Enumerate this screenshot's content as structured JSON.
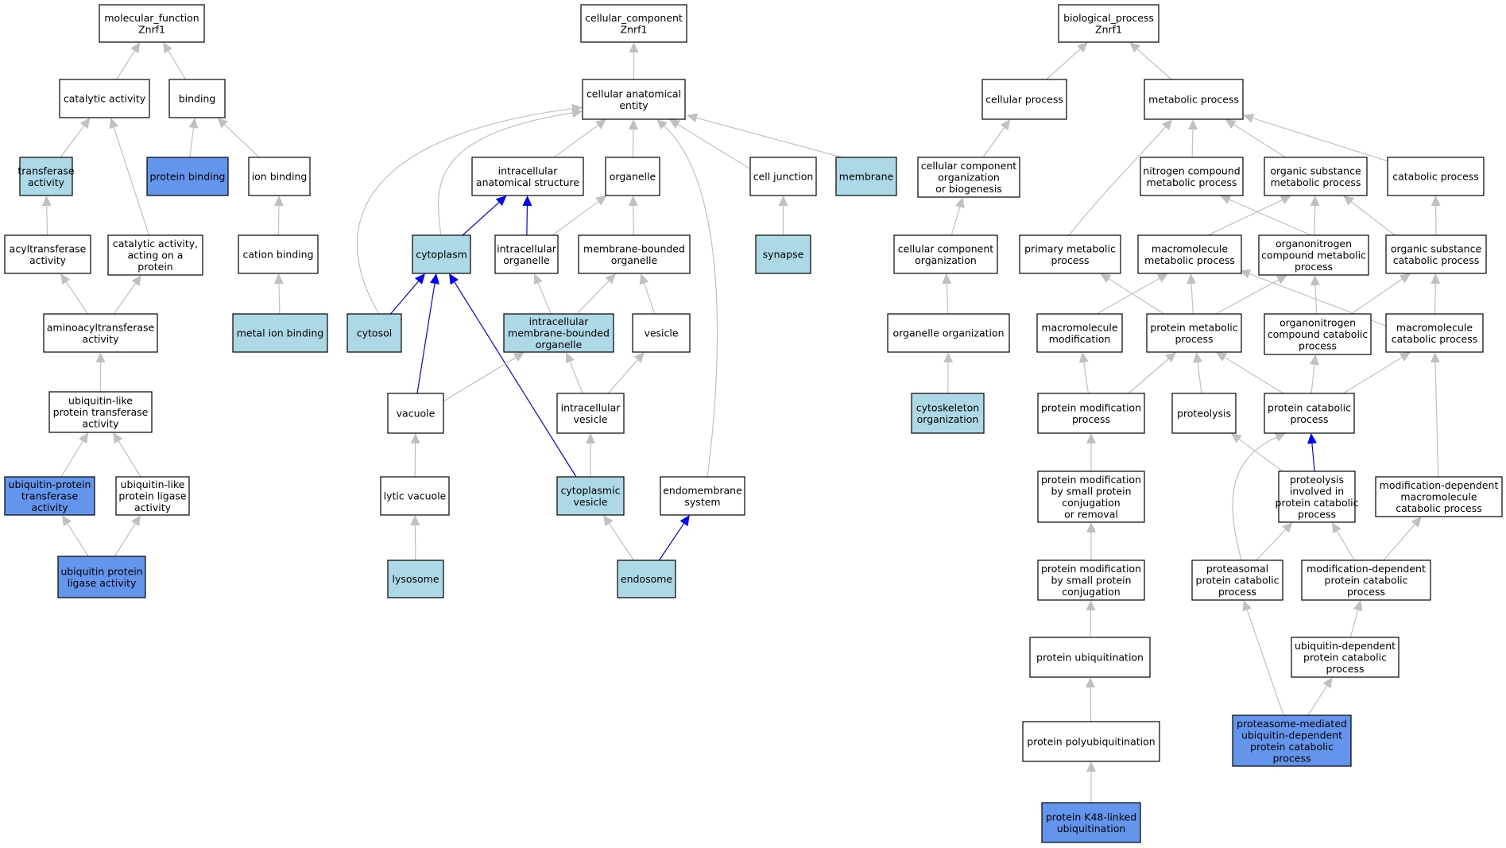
{
  "colors": {
    "plain": "#ffffff",
    "light": "#add8e6",
    "strong": "#6495ed",
    "edge_default": "#c0c0c0",
    "edge_highlight": "#0000ff"
  },
  "nodes": {
    "mf_root": {
      "lines": [
        "molecular_function",
        "Znrf1"
      ],
      "fill": "plain"
    },
    "catalytic_activity": {
      "lines": [
        "catalytic activity"
      ],
      "fill": "plain"
    },
    "binding": {
      "lines": [
        "binding"
      ],
      "fill": "plain"
    },
    "transferase_activity": {
      "lines": [
        "transferase",
        "activity"
      ],
      "fill": "light"
    },
    "protein_binding": {
      "lines": [
        "protein binding"
      ],
      "fill": "strong"
    },
    "ion_binding": {
      "lines": [
        "ion binding"
      ],
      "fill": "plain"
    },
    "acyltransferase_activity": {
      "lines": [
        "acyltransferase",
        "activity"
      ],
      "fill": "plain"
    },
    "catalytic_on_protein": {
      "lines": [
        "catalytic activity,",
        "acting on a",
        "protein"
      ],
      "fill": "plain"
    },
    "cation_binding": {
      "lines": [
        "cation binding"
      ],
      "fill": "plain"
    },
    "aminoacyltransferase_activity": {
      "lines": [
        "aminoacyltransferase",
        "activity"
      ],
      "fill": "plain"
    },
    "metal_ion_binding": {
      "lines": [
        "metal ion binding"
      ],
      "fill": "light"
    },
    "ubl_transferase": {
      "lines": [
        "ubiquitin-like",
        "protein transferase",
        "activity"
      ],
      "fill": "plain"
    },
    "ub_protein_transferase": {
      "lines": [
        "ubiquitin-protein",
        "transferase",
        "activity"
      ],
      "fill": "strong"
    },
    "ubl_ligase": {
      "lines": [
        "ubiquitin-like",
        "protein ligase",
        "activity"
      ],
      "fill": "plain"
    },
    "ub_ligase": {
      "lines": [
        "ubiquitin protein",
        "ligase activity"
      ],
      "fill": "strong"
    },
    "cc_root": {
      "lines": [
        "cellular_component",
        "Znrf1"
      ],
      "fill": "plain"
    },
    "cellular_anatomical_entity": {
      "lines": [
        "cellular anatomical",
        "entity"
      ],
      "fill": "plain"
    },
    "intracellular_anatomical_structure": {
      "lines": [
        "intracellular",
        "anatomical structure"
      ],
      "fill": "plain"
    },
    "organelle": {
      "lines": [
        "organelle"
      ],
      "fill": "plain"
    },
    "cell_junction": {
      "lines": [
        "cell junction"
      ],
      "fill": "plain"
    },
    "membrane": {
      "lines": [
        "membrane"
      ],
      "fill": "light"
    },
    "cytoplasm": {
      "lines": [
        "cytoplasm"
      ],
      "fill": "light"
    },
    "intracellular_organelle": {
      "lines": [
        "intracellular",
        "organelle"
      ],
      "fill": "plain"
    },
    "membrane_bounded_organelle": {
      "lines": [
        "membrane-bounded",
        "organelle"
      ],
      "fill": "plain"
    },
    "synapse": {
      "lines": [
        "synapse"
      ],
      "fill": "light"
    },
    "cytosol": {
      "lines": [
        "cytosol"
      ],
      "fill": "light"
    },
    "intracellular_mb_organelle": {
      "lines": [
        "intracellular",
        "membrane-bounded",
        "organelle"
      ],
      "fill": "light"
    },
    "vesicle": {
      "lines": [
        "vesicle"
      ],
      "fill": "plain"
    },
    "vacuole": {
      "lines": [
        "vacuole"
      ],
      "fill": "plain"
    },
    "intracellular_vesicle": {
      "lines": [
        "intracellular",
        "vesicle"
      ],
      "fill": "plain"
    },
    "lytic_vacuole": {
      "lines": [
        "lytic vacuole"
      ],
      "fill": "plain"
    },
    "cytoplasmic_vesicle": {
      "lines": [
        "cytoplasmic",
        "vesicle"
      ],
      "fill": "light"
    },
    "endomembrane_system": {
      "lines": [
        "endomembrane",
        "system"
      ],
      "fill": "plain"
    },
    "lysosome": {
      "lines": [
        "lysosome"
      ],
      "fill": "light"
    },
    "endosome": {
      "lines": [
        "endosome"
      ],
      "fill": "light"
    },
    "bp_root": {
      "lines": [
        "biological_process",
        "Znrf1"
      ],
      "fill": "plain"
    },
    "cellular_process": {
      "lines": [
        "cellular process"
      ],
      "fill": "plain"
    },
    "metabolic_process": {
      "lines": [
        "metabolic process"
      ],
      "fill": "plain"
    },
    "cc_org_biogenesis": {
      "lines": [
        "cellular component",
        "organization",
        "or biogenesis"
      ],
      "fill": "plain"
    },
    "nitrogen_compound_mp": {
      "lines": [
        "nitrogen compound",
        "metabolic process"
      ],
      "fill": "plain"
    },
    "organic_substance_mp": {
      "lines": [
        "organic substance",
        "metabolic process"
      ],
      "fill": "plain"
    },
    "catabolic_process": {
      "lines": [
        "catabolic process"
      ],
      "fill": "plain"
    },
    "cc_organization": {
      "lines": [
        "cellular component",
        "organization"
      ],
      "fill": "plain"
    },
    "primary_mp": {
      "lines": [
        "primary metabolic",
        "process"
      ],
      "fill": "plain"
    },
    "macromolecule_mp": {
      "lines": [
        "macromolecule",
        "metabolic process"
      ],
      "fill": "plain"
    },
    "organonitrogen_mp": {
      "lines": [
        "organonitrogen",
        "compound metabolic",
        "process"
      ],
      "fill": "plain"
    },
    "organic_substance_cp": {
      "lines": [
        "organic substance",
        "catabolic process"
      ],
      "fill": "plain"
    },
    "organelle_organization": {
      "lines": [
        "organelle organization"
      ],
      "fill": "plain"
    },
    "macromolecule_modification": {
      "lines": [
        "macromolecule",
        "modification"
      ],
      "fill": "plain"
    },
    "protein_mp": {
      "lines": [
        "protein metabolic",
        "process"
      ],
      "fill": "plain"
    },
    "organonitrogen_cp": {
      "lines": [
        "organonitrogen",
        "compound catabolic",
        "process"
      ],
      "fill": "plain"
    },
    "macromolecule_cp": {
      "lines": [
        "macromolecule",
        "catabolic process"
      ],
      "fill": "plain"
    },
    "cytoskeleton_organization": {
      "lines": [
        "cytoskeleton",
        "organization"
      ],
      "fill": "light"
    },
    "protein_modification_process": {
      "lines": [
        "protein modification",
        "process"
      ],
      "fill": "plain"
    },
    "proteolysis": {
      "lines": [
        "proteolysis"
      ],
      "fill": "plain"
    },
    "protein_catabolic_process": {
      "lines": [
        "protein catabolic",
        "process"
      ],
      "fill": "plain"
    },
    "pm_small_conj_or_removal": {
      "lines": [
        "protein modification",
        "by small protein",
        "conjugation",
        "or removal"
      ],
      "fill": "plain"
    },
    "proteolysis_in_pcp": {
      "lines": [
        "proteolysis",
        "involved in",
        "protein catabolic",
        "process"
      ],
      "fill": "plain"
    },
    "mod_dep_macromolecule_cp": {
      "lines": [
        "modification-dependent",
        "macromolecule",
        "catabolic process"
      ],
      "fill": "plain"
    },
    "pm_small_conj": {
      "lines": [
        "protein modification",
        "by small protein",
        "conjugation"
      ],
      "fill": "plain"
    },
    "proteasomal_pcp": {
      "lines": [
        "proteasomal",
        "protein catabolic",
        "process"
      ],
      "fill": "plain"
    },
    "mod_dep_pcp": {
      "lines": [
        "modification-dependent",
        "protein catabolic",
        "process"
      ],
      "fill": "plain"
    },
    "protein_ubiquitination": {
      "lines": [
        "protein ubiquitination"
      ],
      "fill": "plain"
    },
    "ub_dep_pcp": {
      "lines": [
        "ubiquitin-dependent",
        "protein catabolic",
        "process"
      ],
      "fill": "plain"
    },
    "protein_polyubiquitination": {
      "lines": [
        "protein polyubiquitination"
      ],
      "fill": "plain"
    },
    "proteasome_ub_dep_pcp": {
      "lines": [
        "proteasome-mediated",
        "ubiquitin-dependent",
        "protein catabolic",
        "process"
      ],
      "fill": "strong"
    },
    "k48_ubiquitination": {
      "lines": [
        "protein K48-linked",
        "ubiquitination"
      ],
      "fill": "strong"
    }
  },
  "edges": [
    [
      "catalytic_activity",
      "mf_root",
      false
    ],
    [
      "binding",
      "mf_root",
      false
    ],
    [
      "transferase_activity",
      "catalytic_activity",
      false
    ],
    [
      "catalytic_on_protein",
      "catalytic_activity",
      false
    ],
    [
      "protein_binding",
      "binding",
      false
    ],
    [
      "ion_binding",
      "binding",
      false
    ],
    [
      "acyltransferase_activity",
      "transferase_activity",
      false
    ],
    [
      "cation_binding",
      "ion_binding",
      false
    ],
    [
      "aminoacyltransferase_activity",
      "acyltransferase_activity",
      false
    ],
    [
      "aminoacyltransferase_activity",
      "catalytic_on_protein",
      false
    ],
    [
      "metal_ion_binding",
      "cation_binding",
      false
    ],
    [
      "ubl_transferase",
      "aminoacyltransferase_activity",
      false
    ],
    [
      "ub_protein_transferase",
      "ubl_transferase",
      false
    ],
    [
      "ubl_ligase",
      "ubl_transferase",
      false
    ],
    [
      "ub_ligase",
      "ub_protein_transferase",
      false
    ],
    [
      "ub_ligase",
      "ubl_ligase",
      false
    ],
    [
      "cellular_anatomical_entity",
      "cc_root",
      false
    ],
    [
      "intracellular_anatomical_structure",
      "cellular_anatomical_entity",
      false
    ],
    [
      "organelle",
      "cellular_anatomical_entity",
      false
    ],
    [
      "cell_junction",
      "cellular_anatomical_entity",
      false
    ],
    [
      "membrane",
      "cellular_anatomical_entity",
      false
    ],
    [
      "cytosol",
      "cellular_anatomical_entity",
      false
    ],
    [
      "cytoplasm",
      "cellular_anatomical_entity",
      false
    ],
    [
      "endomembrane_system",
      "cellular_anatomical_entity",
      false
    ],
    [
      "cytoplasm",
      "intracellular_anatomical_structure",
      true
    ],
    [
      "intracellular_organelle",
      "intracellular_anatomical_structure",
      true
    ],
    [
      "intracellular_organelle",
      "organelle",
      false
    ],
    [
      "membrane_bounded_organelle",
      "organelle",
      false
    ],
    [
      "synapse",
      "cell_junction",
      false
    ],
    [
      "cytosol",
      "cytoplasm",
      true
    ],
    [
      "vacuole",
      "cytoplasm",
      true
    ],
    [
      "cytoplasmic_vesicle",
      "cytoplasm",
      true
    ],
    [
      "intracellular_mb_organelle",
      "intracellular_organelle",
      false
    ],
    [
      "intracellular_mb_organelle",
      "membrane_bounded_organelle",
      false
    ],
    [
      "vesicle",
      "membrane_bounded_organelle",
      false
    ],
    [
      "vacuole",
      "intracellular_mb_organelle",
      false
    ],
    [
      "intracellular_vesicle",
      "intracellular_mb_organelle",
      false
    ],
    [
      "intracellular_vesicle",
      "vesicle",
      false
    ],
    [
      "lytic_vacuole",
      "vacuole",
      false
    ],
    [
      "cytoplasmic_vesicle",
      "intracellular_vesicle",
      false
    ],
    [
      "lysosome",
      "lytic_vacuole",
      false
    ],
    [
      "endosome",
      "cytoplasmic_vesicle",
      false
    ],
    [
      "endosome",
      "endomembrane_system",
      true
    ],
    [
      "cellular_process",
      "bp_root",
      false
    ],
    [
      "metabolic_process",
      "bp_root",
      false
    ],
    [
      "cc_org_biogenesis",
      "cellular_process",
      false
    ],
    [
      "nitrogen_compound_mp",
      "metabolic_process",
      false
    ],
    [
      "organic_substance_mp",
      "metabolic_process",
      false
    ],
    [
      "catabolic_process",
      "metabolic_process",
      false
    ],
    [
      "primary_mp",
      "metabolic_process",
      false
    ],
    [
      "cc_organization",
      "cc_org_biogenesis",
      false
    ],
    [
      "macromolecule_mp",
      "organic_substance_mp",
      false
    ],
    [
      "organonitrogen_mp",
      "organic_substance_mp",
      false
    ],
    [
      "organonitrogen_mp",
      "nitrogen_compound_mp",
      false
    ],
    [
      "organic_substance_cp",
      "organic_substance_mp",
      false
    ],
    [
      "organic_substance_cp",
      "catabolic_process",
      false
    ],
    [
      "organelle_organization",
      "cc_organization",
      false
    ],
    [
      "macromolecule_modification",
      "macromolecule_mp",
      false
    ],
    [
      "protein_mp",
      "macromolecule_mp",
      false
    ],
    [
      "protein_mp",
      "primary_mp",
      false
    ],
    [
      "protein_mp",
      "organonitrogen_mp",
      false
    ],
    [
      "organonitrogen_cp",
      "organonitrogen_mp",
      false
    ],
    [
      "organonitrogen_cp",
      "organic_substance_cp",
      false
    ],
    [
      "macromolecule_cp",
      "macromolecule_mp",
      false
    ],
    [
      "macromolecule_cp",
      "organic_substance_cp",
      false
    ],
    [
      "cytoskeleton_organization",
      "organelle_organization",
      false
    ],
    [
      "protein_modification_process",
      "macromolecule_modification",
      false
    ],
    [
      "protein_modification_process",
      "protein_mp",
      false
    ],
    [
      "proteolysis",
      "protein_mp",
      false
    ],
    [
      "protein_catabolic_process",
      "protein_mp",
      false
    ],
    [
      "protein_catabolic_process",
      "organonitrogen_cp",
      false
    ],
    [
      "protein_catabolic_process",
      "macromolecule_cp",
      false
    ],
    [
      "pm_small_conj_or_removal",
      "protein_modification_process",
      false
    ],
    [
      "proteolysis_in_pcp",
      "proteolysis",
      false
    ],
    [
      "proteolysis_in_pcp",
      "protein_catabolic_process",
      true
    ],
    [
      "mod_dep_macromolecule_cp",
      "macromolecule_cp",
      false
    ],
    [
      "pm_small_conj",
      "pm_small_conj_or_removal",
      false
    ],
    [
      "proteasomal_pcp",
      "protein_catabolic_process",
      false
    ],
    [
      "proteasomal_pcp",
      "proteolysis_in_pcp",
      false
    ],
    [
      "mod_dep_pcp",
      "proteolysis_in_pcp",
      false
    ],
    [
      "mod_dep_pcp",
      "mod_dep_macromolecule_cp",
      false
    ],
    [
      "protein_ubiquitination",
      "pm_small_conj",
      false
    ],
    [
      "ub_dep_pcp",
      "mod_dep_pcp",
      false
    ],
    [
      "protein_polyubiquitination",
      "protein_ubiquitination",
      false
    ],
    [
      "proteasome_ub_dep_pcp",
      "proteasomal_pcp",
      false
    ],
    [
      "proteasome_ub_dep_pcp",
      "ub_dep_pcp",
      false
    ],
    [
      "k48_ubiquitination",
      "protein_polyubiquitination",
      false
    ]
  ]
}
